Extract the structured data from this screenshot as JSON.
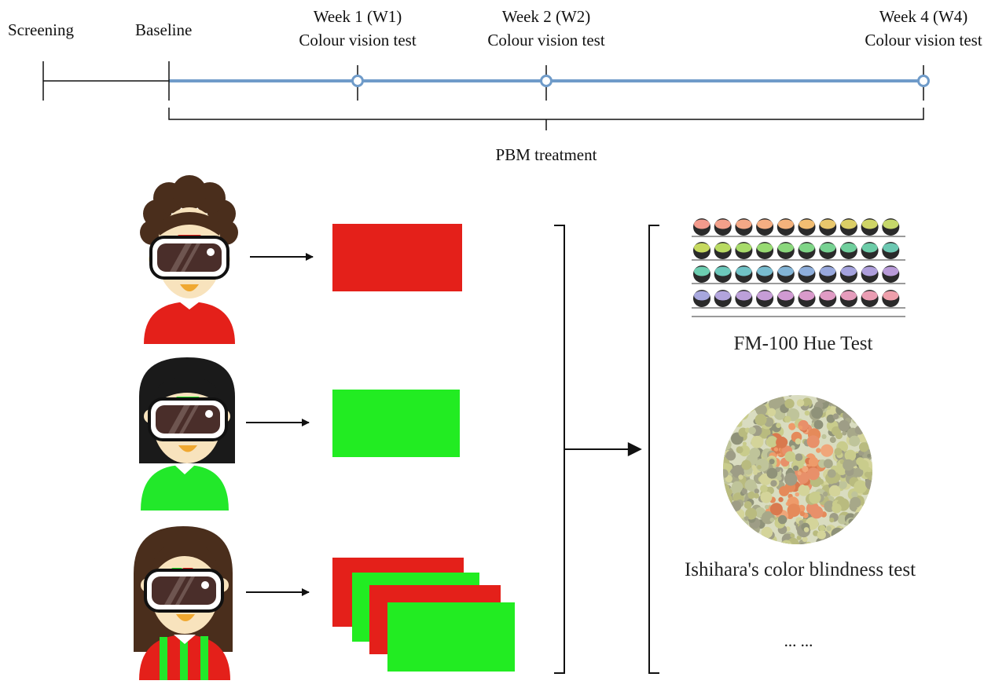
{
  "timeline": {
    "screening": "Screening",
    "baseline": "Baseline",
    "weeks": [
      {
        "title": "Week 1 (W1)",
        "subtitle": "Colour vision test"
      },
      {
        "title": "Week 2 (W2)",
        "subtitle": "Colour vision test"
      },
      {
        "title": "Week 4 (W4)",
        "subtitle": "Colour vision test"
      }
    ],
    "treatment_label": "PBM treatment",
    "colors": {
      "timeline_line": "#6f9bc9",
      "axis": "#111111"
    }
  },
  "groups": [
    {
      "name": "red-light-group",
      "stimulus": "red",
      "shirt_color": "#e4201a"
    },
    {
      "name": "green-light-group",
      "stimulus": "green",
      "shirt_color": "#22e82a"
    },
    {
      "name": "alternating-light-group",
      "stimulus": "red-green-alternating",
      "shirt_color": "#e4201a/#22e82a"
    }
  ],
  "stimulus_colors": {
    "red": "#e4201a",
    "green": "#22ec22"
  },
  "tests": {
    "fm100_label": "FM-100 Hue Test",
    "ishihara_label": "Ishihara's color blindness test",
    "more_label": "... ..."
  }
}
